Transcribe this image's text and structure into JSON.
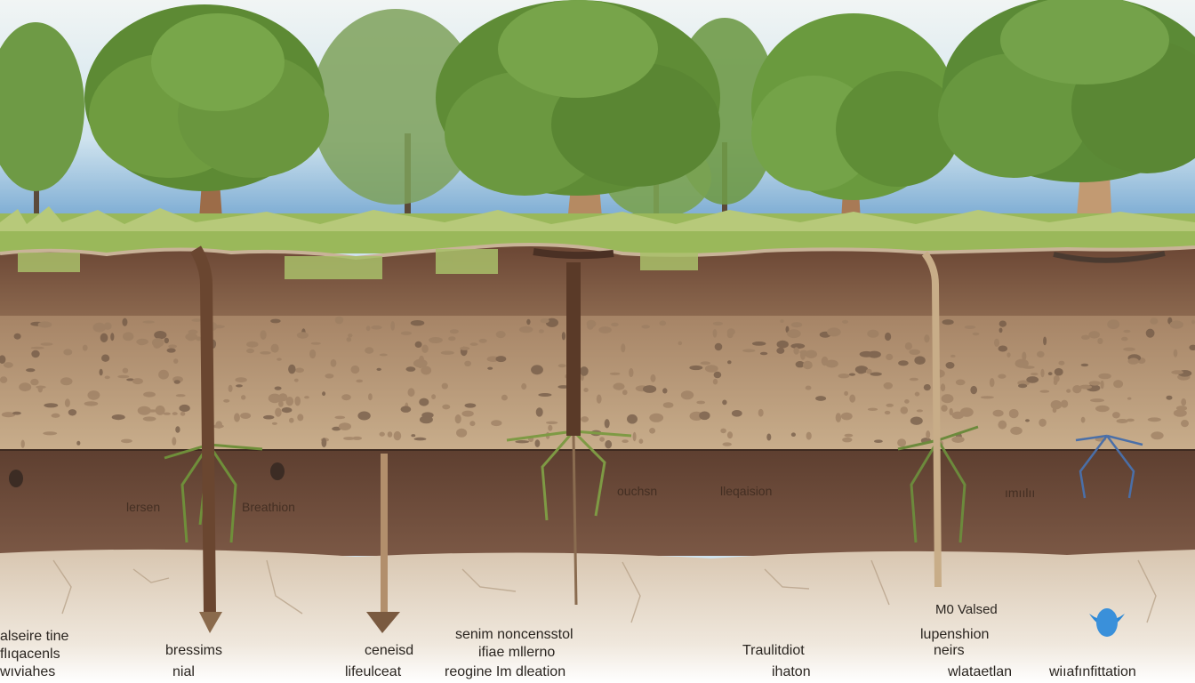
{
  "diagram": {
    "colors": {
      "sky": "#cfe3ee",
      "sky_blue": "#6fa3cf",
      "grass": "#9ab85a",
      "topsoil": "#7a5540",
      "gravel": "#b99d7c",
      "subsoil": "#6d4b3a",
      "bedrock": "#e4d8c8",
      "water": "#3a8fd6",
      "foliage": "#5d8a34"
    },
    "mid_labels": [
      "lersen",
      "Breathion",
      "ouchsn",
      "lleqaision",
      "ımıılıı"
    ],
    "annotation": "M0 Valsed",
    "bottom_labels": [
      [
        "alseire tine",
        "flıqacenls",
        "wıviahes"
      ],
      [
        "bressims",
        "nial"
      ],
      [
        "ceneisd",
        "lifeulceat"
      ],
      [
        "senim noncensstol",
        "ifiae mllerno",
        "reogine Im dleation"
      ],
      [
        "Traulitdiot",
        "ihaton"
      ],
      [
        "lupenshion",
        "neirs",
        "wlataetlan"
      ],
      [
        "wiıafınfittation"
      ]
    ]
  }
}
